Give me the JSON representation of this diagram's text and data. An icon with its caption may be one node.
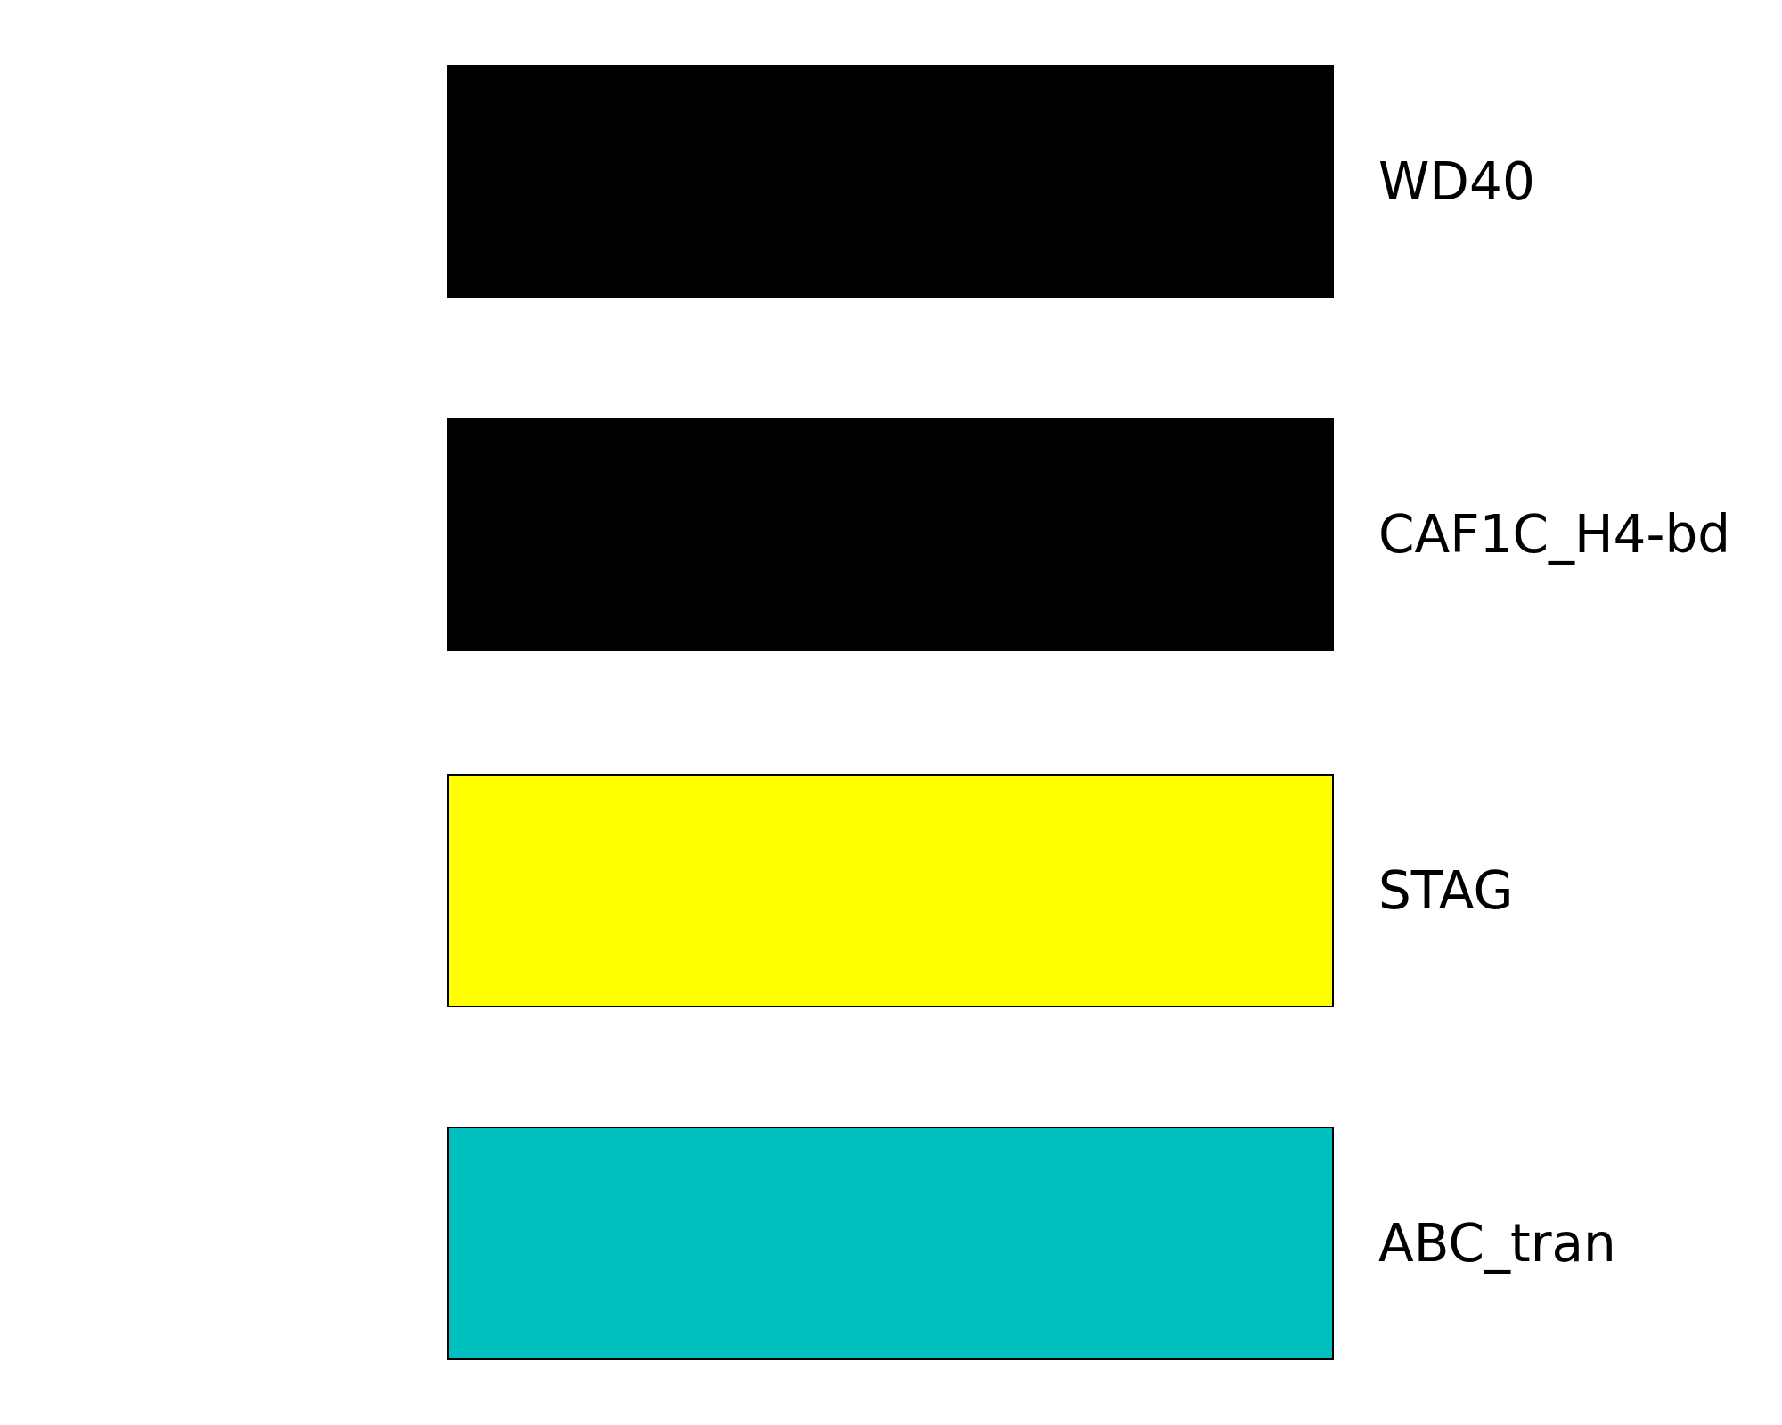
{
  "diagram": {
    "legend": [
      {
        "text": "WD40",
        "color": "#000000"
      },
      {
        "text": "CAF1C_H4-bd",
        "color": "#000000"
      },
      {
        "text": "STAG",
        "color": "#ffff00"
      },
      {
        "text": "ABC_tran",
        "color": "#00bfbf"
      }
    ]
  }
}
